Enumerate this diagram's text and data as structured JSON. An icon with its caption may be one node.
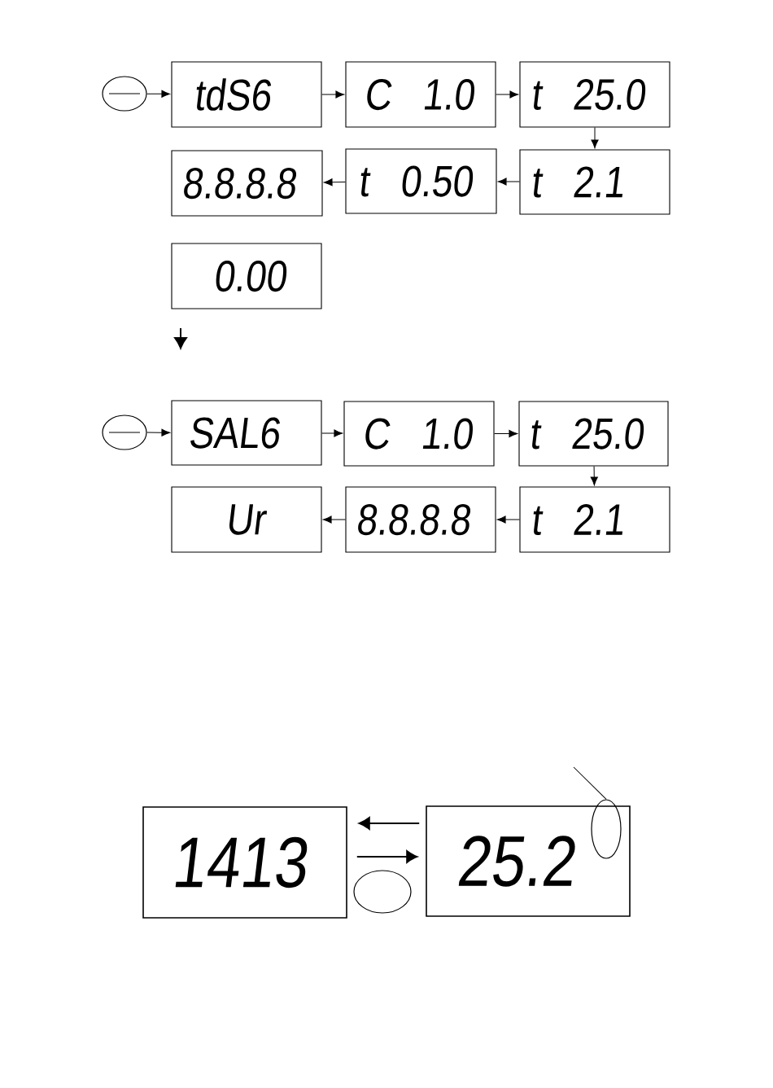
{
  "diagram": {
    "nodes": [
      {
        "text": [],
        "shape": "circle"
      },
      {
        "text": [
          "tdS6"
        ]
      },
      {
        "text": [
          "C 1.0"
        ]
      },
      {
        "text": [
          "t 25.0"
        ]
      },
      {
        "text": [
          "t 2.1"
        ]
      },
      {
        "text": [
          "t 0.50"
        ]
      },
      {
        "text": [
          "8.8.8.8"
        ]
      },
      {
        "text": [
          "0.00"
        ]
      },
      {
        "text": [],
        "shape": "circle"
      },
      {
        "text": [
          "SAL6"
        ]
      },
      {
        "text": [
          "C 1.0"
        ]
      },
      {
        "text": [
          "t 25.0"
        ]
      },
      {
        "text": [
          "t 2.1"
        ]
      },
      {
        "text": [
          "8.8.8.8"
        ]
      },
      {
        "text": [
          "Ur"
        ]
      },
      {
        "text": [
          "1413"
        ]
      },
      {
        "text": [
          "25.2"
        ]
      },
      {
        "text": [],
        "shape": "circle"
      },
      {
        "text": [],
        "shape": "circle"
      }
    ],
    "edges": [
      {
        "from": 0,
        "to": 1,
        "arrow": "to"
      },
      {
        "from": 1,
        "to": 2,
        "arrow": "to"
      },
      {
        "from": 2,
        "to": 3,
        "arrow": "to"
      },
      {
        "from": 3,
        "to": 4,
        "arrow": "to"
      },
      {
        "from": 4,
        "to": 5,
        "arrow": "to"
      },
      {
        "from": 5,
        "to": 6,
        "arrow": "to"
      },
      {
        "from": 8,
        "to": 9,
        "arrow": "to"
      },
      {
        "from": 9,
        "to": 10,
        "arrow": "to"
      },
      {
        "from": 10,
        "to": 11,
        "arrow": "to"
      },
      {
        "from": 11,
        "to": 12,
        "arrow": "to"
      },
      {
        "from": 12,
        "to": 13,
        "arrow": "to"
      },
      {
        "from": 13,
        "to": 14,
        "arrow": "to"
      },
      {
        "from": 16,
        "to": 15,
        "arrow": "to"
      },
      {
        "from": 15,
        "to": 16,
        "arrow": "to"
      },
      {
        "from": null,
        "to": 18,
        "arrow": "none"
      }
    ]
  }
}
